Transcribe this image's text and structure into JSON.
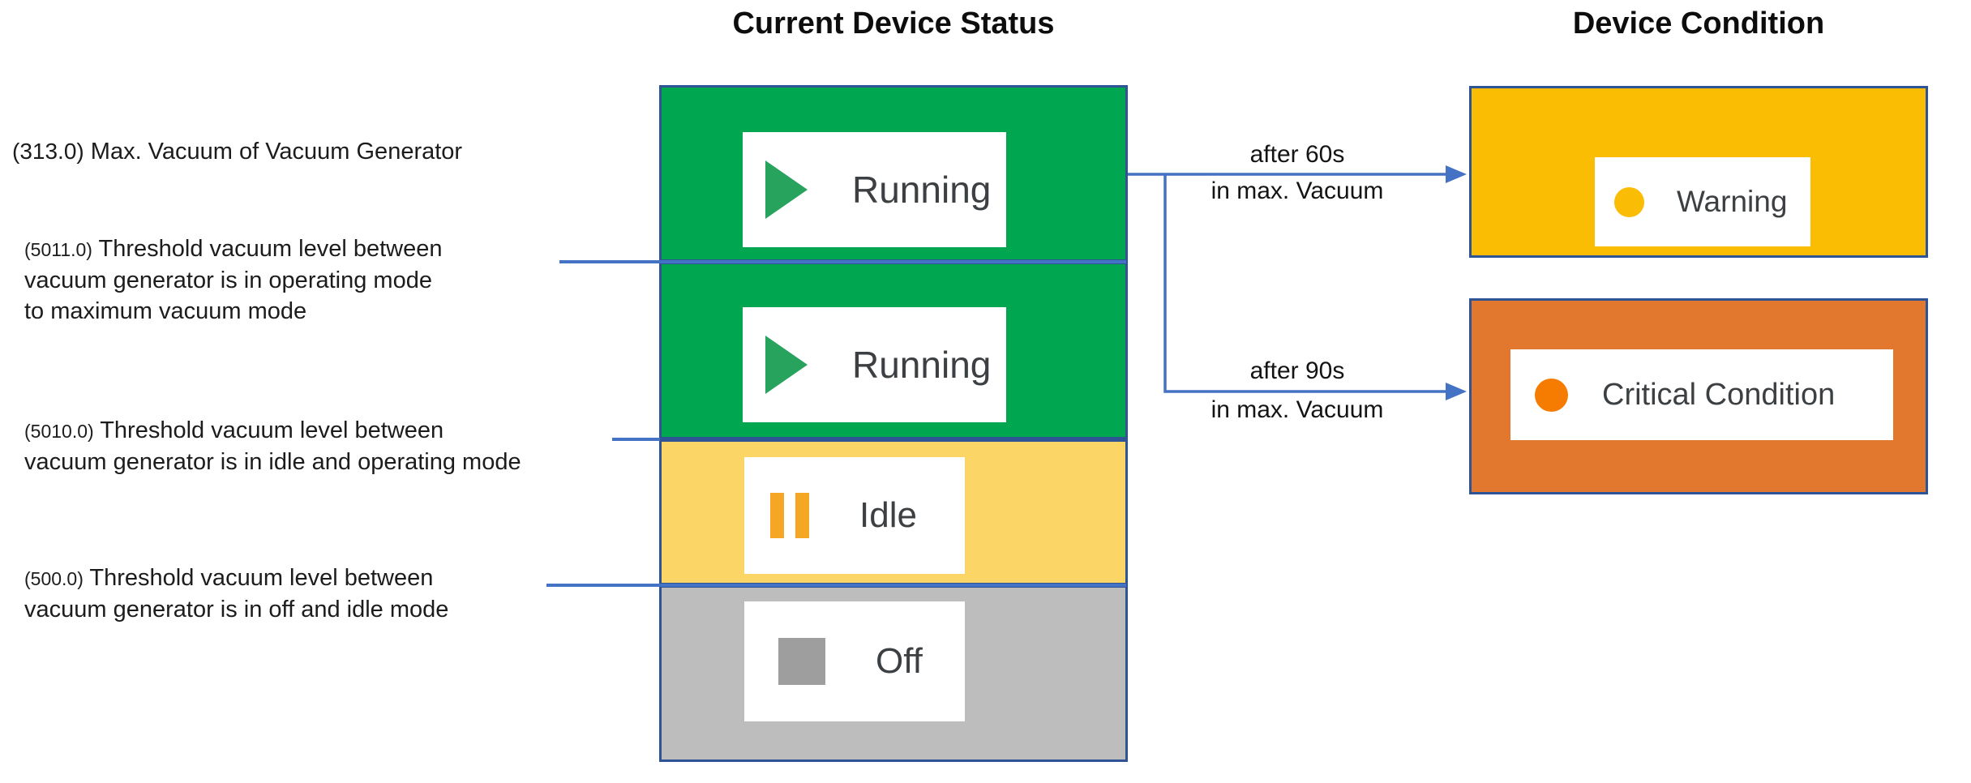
{
  "titles": {
    "status": "Current Device Status",
    "condition": "Device Condition"
  },
  "thresholds": [
    {
      "value": "(313.0)",
      "text": "Max. Vacuum of Vacuum Generator"
    },
    {
      "value": "(5011.0)",
      "text": "Threshold vacuum level between\nvacuum generator is in operating mode\nto maximum vacuum mode"
    },
    {
      "value": "(5010.0)",
      "text": "Threshold vacuum level between\nvacuum generator is in idle and operating mode"
    },
    {
      "value": "(500.0)",
      "text": "Threshold vacuum level between\nvacuum generator is in off and idle mode"
    }
  ],
  "status_boxes": [
    {
      "label": "Running",
      "icon": "play-icon"
    },
    {
      "label": "Running",
      "icon": "play-icon"
    },
    {
      "label": "Idle",
      "icon": "pause-icon"
    },
    {
      "label": "Off",
      "icon": "stop-icon"
    }
  ],
  "condition_boxes": [
    {
      "label": "Warning",
      "icon": "warning-dot-icon"
    },
    {
      "label": "Critical Condition",
      "icon": "critical-dot-icon"
    }
  ],
  "transitions": [
    {
      "line1": "after 60s",
      "line2": "in max. Vacuum"
    },
    {
      "line1": "after 90s",
      "line2": "in max. Vacuum"
    }
  ],
  "colors": {
    "border_navy": "#2F5496",
    "connector_blue": "#4472C4",
    "running_green": "#00A650",
    "idle_yellow": "#FBD565",
    "off_gray": "#BDBDBD",
    "warning_amber": "#FBBC04",
    "critical_orange": "#E2772E",
    "play_green": "#27A35E",
    "pause_orange": "#F5A623",
    "stop_gray": "#9E9E9E",
    "warning_dot": "#FBBC05",
    "critical_dot": "#F57C00",
    "badge_text": "#3C4043"
  }
}
